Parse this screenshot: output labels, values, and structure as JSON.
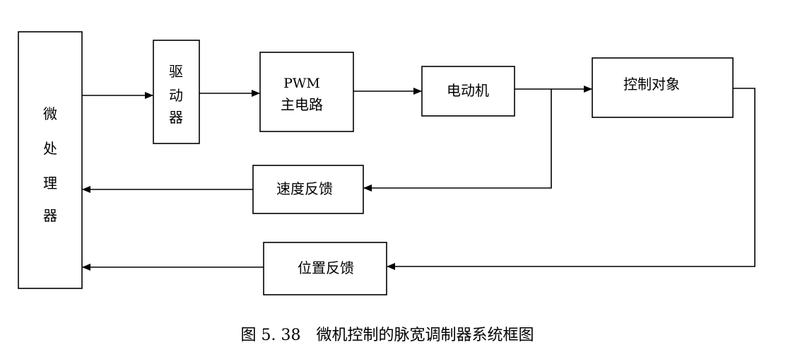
{
  "diagram": {
    "blocks": {
      "microprocessor": "微处理器",
      "driver": "驱动器",
      "pwm_line1": "PWM",
      "pwm_line2": "主电路",
      "motor": "电动机",
      "plant": "控制对象",
      "speed_feedback": "速度反馈",
      "position_feedback": "位置反馈"
    },
    "caption": "图 5. 38　微机控制的脉宽调制器系统框图"
  }
}
